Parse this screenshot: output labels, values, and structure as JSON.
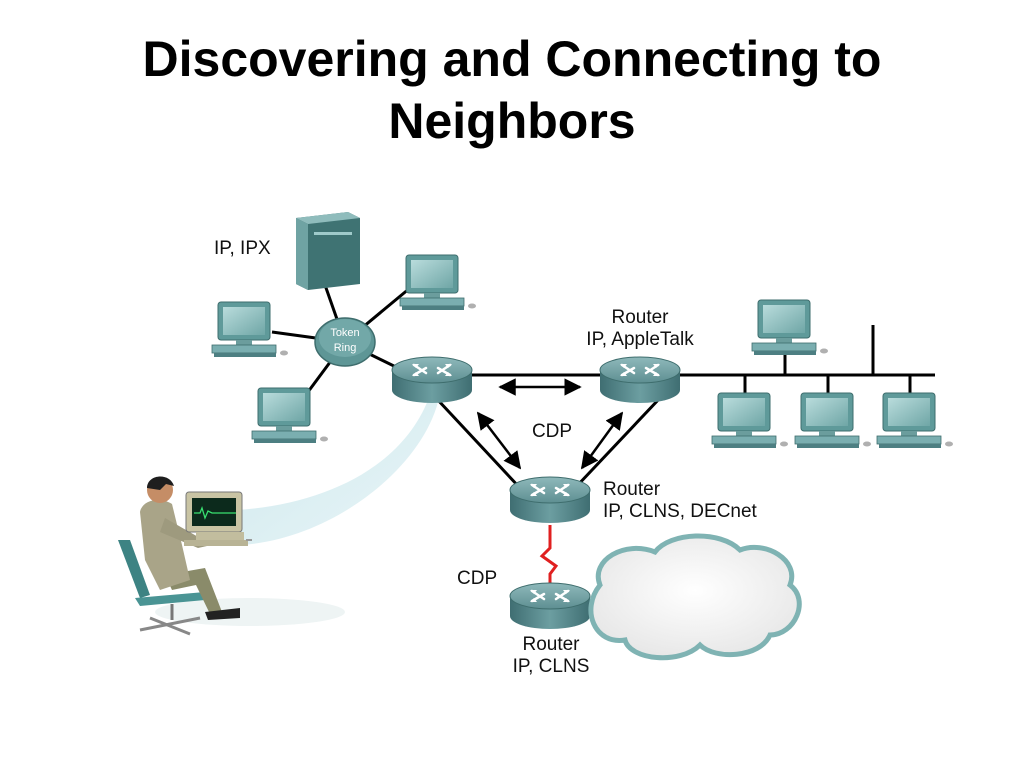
{
  "title": {
    "line1": "Discovering and Connecting to",
    "line2": "Neighbors"
  },
  "labels": {
    "server_protocols": "IP, IPX",
    "token_ring_line1": "Token",
    "token_ring_line2": "Ring",
    "router_right_line1": "Router",
    "router_right_line2": "IP, AppleTalk",
    "cdp_top": "CDP",
    "router_middle_line1": "Router",
    "router_middle_line2": "IP, CLNS, DECnet",
    "cdp_bottom": "CDP",
    "router_bottom_line1": "Router",
    "router_bottom_line2": "IP, CLNS"
  },
  "colors": {
    "router_body": "#5e8f92",
    "device_teal": "#4f8c8c",
    "serial_link": "#e02020",
    "cloud_fill": "#f4f4f4",
    "cloud_edge": "#7fb3b3",
    "beam": "#d8eef2"
  },
  "icons": {
    "router": "router-icon",
    "server": "server-icon",
    "workstation": "workstation-icon",
    "token_ring": "token-ring-icon",
    "cloud": "cloud-icon",
    "operator": "person-at-terminal-icon"
  }
}
